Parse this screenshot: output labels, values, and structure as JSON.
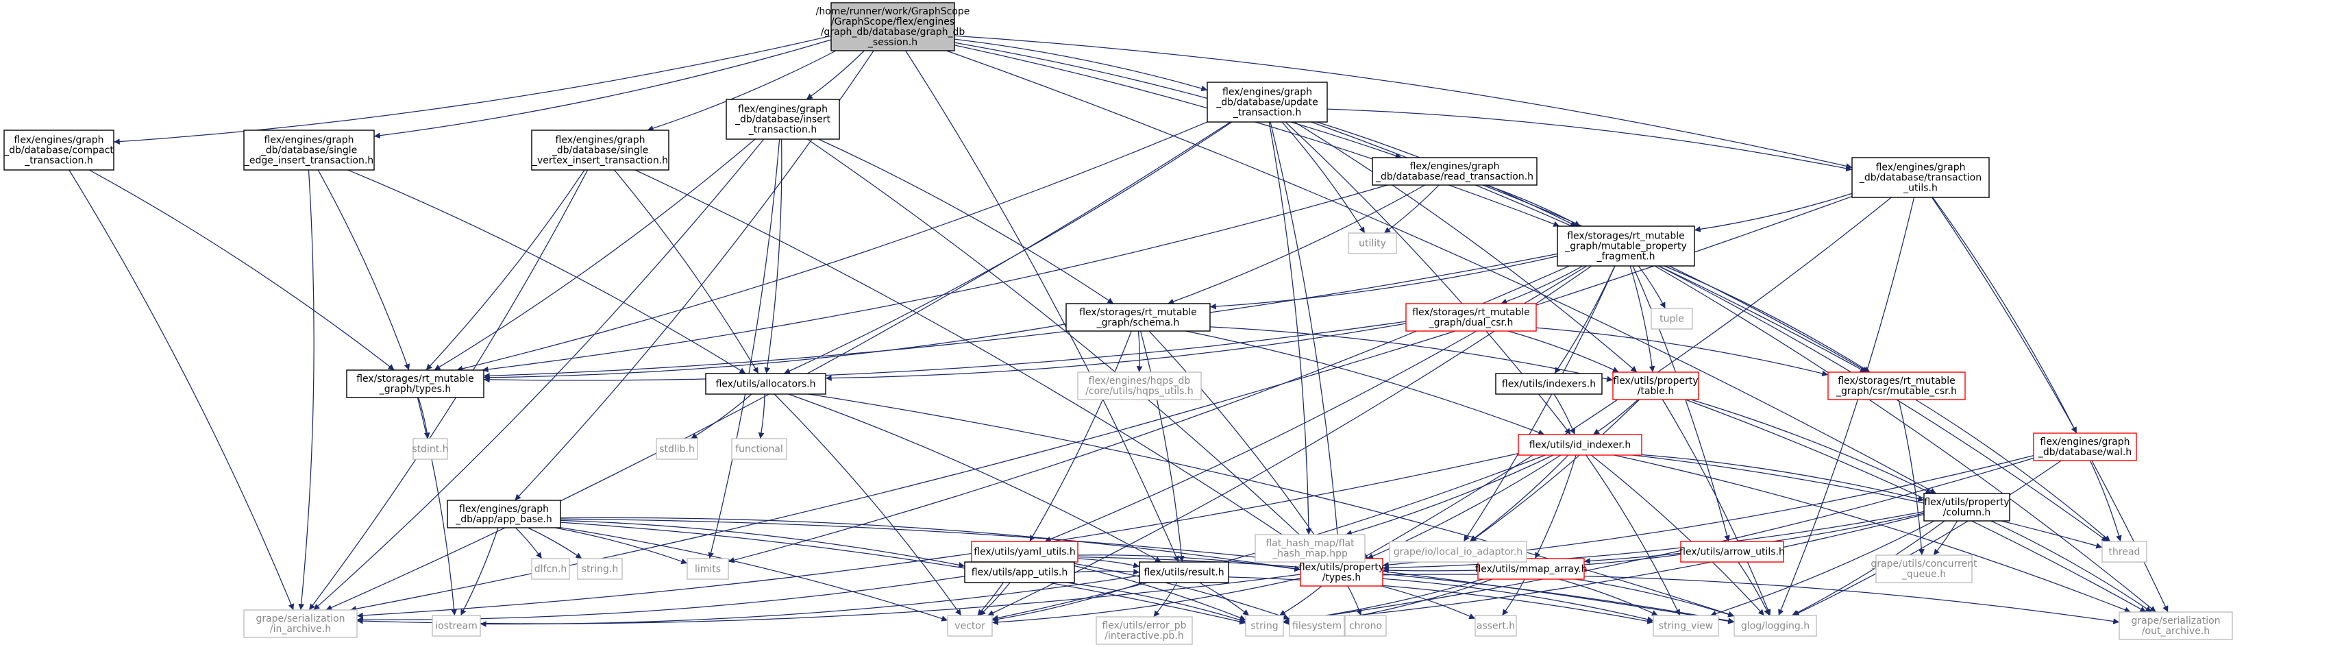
{
  "nodes": [
    {
      "id": "root",
      "lines": [
        "/home/runner/work/GraphScope",
        "/GraphScope/flex/engines",
        "/graph_db/database/graph_db",
        "_session.h"
      ],
      "style": "root"
    },
    {
      "id": "compact",
      "lines": [
        "flex/engines/graph",
        "_db/database/compact",
        "_transaction.h"
      ],
      "style": "normal"
    },
    {
      "id": "single_edge",
      "lines": [
        "flex/engines/graph",
        "_db/database/single",
        "_edge_insert_transaction.h"
      ],
      "style": "normal"
    },
    {
      "id": "insert",
      "lines": [
        "flex/engines/graph",
        "_db/database/insert",
        "_transaction.h"
      ],
      "style": "normal"
    },
    {
      "id": "single_vertex",
      "lines": [
        "flex/engines/graph",
        "_db/database/single",
        "_vertex_insert_transaction.h"
      ],
      "style": "normal"
    },
    {
      "id": "update",
      "lines": [
        "flex/engines/graph",
        "_db/database/update",
        "_transaction.h"
      ],
      "style": "normal"
    },
    {
      "id": "read",
      "lines": [
        "flex/engines/graph",
        "_db/database/read_transaction.h"
      ],
      "style": "normal"
    },
    {
      "id": "tx_utils",
      "lines": [
        "flex/engines/graph",
        "_db/database/transaction",
        "_utils.h"
      ],
      "style": "normal"
    },
    {
      "id": "mutable_frag",
      "lines": [
        "flex/storages/rt_mutable",
        "_graph/mutable_property",
        "_fragment.h"
      ],
      "style": "normal"
    },
    {
      "id": "schema",
      "lines": [
        "flex/storages/rt_mutable",
        "_graph/schema.h"
      ],
      "style": "normal"
    },
    {
      "id": "types_rt",
      "lines": [
        "flex/storages/rt_mutable",
        "_graph/types.h"
      ],
      "style": "normal"
    },
    {
      "id": "allocators",
      "lines": [
        "flex/utils/allocators.h"
      ],
      "style": "normal"
    },
    {
      "id": "dual_csr",
      "lines": [
        "flex/storages/rt_mutable",
        "_graph/dual_csr.h"
      ],
      "style": "red"
    },
    {
      "id": "indexers",
      "lines": [
        "flex/utils/indexers.h"
      ],
      "style": "normal"
    },
    {
      "id": "table",
      "lines": [
        "flex/utils/property",
        "/table.h"
      ],
      "style": "red"
    },
    {
      "id": "mutable_csr",
      "lines": [
        "flex/storages/rt_mutable",
        "_graph/csr/mutable_csr.h"
      ],
      "style": "red"
    },
    {
      "id": "wal",
      "lines": [
        "flex/engines/graph",
        "_db/database/wal.h"
      ],
      "style": "red"
    },
    {
      "id": "hqps",
      "lines": [
        "flex/engines/hqps_db",
        "/core/utils/hqps_utils.h"
      ],
      "style": "sys"
    },
    {
      "id": "id_indexer",
      "lines": [
        "flex/utils/id_indexer.h"
      ],
      "style": "red"
    },
    {
      "id": "app_base",
      "lines": [
        "flex/engines/graph",
        "_db/app/app_base.h"
      ],
      "style": "normal"
    },
    {
      "id": "yaml_utils",
      "lines": [
        "flex/utils/yaml_utils.h"
      ],
      "style": "red"
    },
    {
      "id": "app_utils",
      "lines": [
        "flex/utils/app_utils.h"
      ],
      "style": "normal"
    },
    {
      "id": "result",
      "lines": [
        "flex/utils/result.h"
      ],
      "style": "normal"
    },
    {
      "id": "prop_types",
      "lines": [
        "flex/utils/property",
        "/types.h"
      ],
      "style": "red"
    },
    {
      "id": "mmap_array",
      "lines": [
        "flex/utils/mmap_array.h"
      ],
      "style": "red"
    },
    {
      "id": "arrow_utils",
      "lines": [
        "flex/utils/arrow_utils.h"
      ],
      "style": "red"
    },
    {
      "id": "column",
      "lines": [
        "flex/utils/property",
        "/column.h"
      ],
      "style": "normal"
    },
    {
      "id": "flat_hash",
      "lines": [
        "flat_hash_map/flat",
        "_hash_map.hpp"
      ],
      "style": "sys"
    },
    {
      "id": "local_io",
      "lines": [
        "grape/io/local_io_adaptor.h"
      ],
      "style": "sys"
    },
    {
      "id": "concurrent_q",
      "lines": [
        "grape/utils/concurrent",
        "_queue.h"
      ],
      "style": "sys"
    },
    {
      "id": "error_pb",
      "lines": [
        "flex/utils/error_pb",
        "/interactive.pb.h"
      ],
      "style": "sys"
    },
    {
      "id": "utility",
      "lines": [
        "utility"
      ],
      "style": "sys"
    },
    {
      "id": "tuple",
      "lines": [
        "tuple"
      ],
      "style": "sys"
    },
    {
      "id": "stdint",
      "lines": [
        "stdint.h"
      ],
      "style": "sys"
    },
    {
      "id": "stdlib",
      "lines": [
        "stdlib.h"
      ],
      "style": "sys"
    },
    {
      "id": "functional",
      "lines": [
        "functional"
      ],
      "style": "sys"
    },
    {
      "id": "thread",
      "lines": [
        "thread"
      ],
      "style": "sys"
    },
    {
      "id": "limits",
      "lines": [
        "limits"
      ],
      "style": "sys"
    },
    {
      "id": "dlfcn",
      "lines": [
        "dlfcn.h"
      ],
      "style": "sys"
    },
    {
      "id": "string_h",
      "lines": [
        "string.h"
      ],
      "style": "sys"
    },
    {
      "id": "in_archive",
      "lines": [
        "grape/serialization",
        "/in_archive.h"
      ],
      "style": "sys"
    },
    {
      "id": "iostream",
      "lines": [
        "iostream"
      ],
      "style": "sys"
    },
    {
      "id": "vector",
      "lines": [
        "vector"
      ],
      "style": "sys"
    },
    {
      "id": "string",
      "lines": [
        "string"
      ],
      "style": "sys"
    },
    {
      "id": "filesystem",
      "lines": [
        "filesystem"
      ],
      "style": "sys"
    },
    {
      "id": "chrono",
      "lines": [
        "chrono"
      ],
      "style": "sys"
    },
    {
      "id": "assert",
      "lines": [
        "assert.h"
      ],
      "style": "sys"
    },
    {
      "id": "string_view",
      "lines": [
        "string_view"
      ],
      "style": "sys"
    },
    {
      "id": "glog",
      "lines": [
        "glog/logging.h"
      ],
      "style": "sys"
    },
    {
      "id": "out_archive",
      "lines": [
        "grape/serialization",
        "/out_archive.h"
      ],
      "style": "sys"
    }
  ],
  "edges": [
    [
      "root",
      "compact"
    ],
    [
      "root",
      "single_edge"
    ],
    [
      "root",
      "insert"
    ],
    [
      "root",
      "single_vertex"
    ],
    [
      "root",
      "update"
    ],
    [
      "root",
      "read"
    ],
    [
      "root",
      "tx_utils"
    ],
    [
      "root",
      "mutable_frag"
    ],
    [
      "root",
      "app_base"
    ],
    [
      "root",
      "column"
    ],
    [
      "root",
      "result"
    ],
    [
      "compact",
      "types_rt"
    ],
    [
      "compact",
      "in_archive"
    ],
    [
      "single_edge",
      "types_rt"
    ],
    [
      "single_edge",
      "allocators"
    ],
    [
      "single_edge",
      "in_archive"
    ],
    [
      "insert",
      "types_rt"
    ],
    [
      "insert",
      "allocators"
    ],
    [
      "insert",
      "schema"
    ],
    [
      "insert",
      "limits"
    ],
    [
      "insert",
      "in_archive"
    ],
    [
      "insert",
      "prop_types"
    ],
    [
      "single_vertex",
      "types_rt"
    ],
    [
      "single_vertex",
      "allocators"
    ],
    [
      "single_vertex",
      "prop_types"
    ],
    [
      "single_vertex",
      "in_archive"
    ],
    [
      "update",
      "types_rt"
    ],
    [
      "update",
      "allocators"
    ],
    [
      "update",
      "tx_utils"
    ],
    [
      "update",
      "mutable_frag"
    ],
    [
      "update",
      "utility"
    ],
    [
      "update",
      "table"
    ],
    [
      "update",
      "id_indexer"
    ],
    [
      "update",
      "flat_hash"
    ],
    [
      "update",
      "mutable_csr"
    ],
    [
      "update",
      "in_archive"
    ],
    [
      "update",
      "prop_types"
    ],
    [
      "read",
      "utility"
    ],
    [
      "read",
      "mutable_frag"
    ],
    [
      "read",
      "schema"
    ],
    [
      "read",
      "mutable_csr"
    ],
    [
      "read",
      "types_rt"
    ],
    [
      "tx_utils",
      "mutable_frag"
    ],
    [
      "tx_utils",
      "wal"
    ],
    [
      "tx_utils",
      "prop_types"
    ],
    [
      "tx_utils",
      "out_archive"
    ],
    [
      "tx_utils",
      "in_archive"
    ],
    [
      "tx_utils",
      "glog"
    ],
    [
      "mutable_frag",
      "schema"
    ],
    [
      "mutable_frag",
      "dual_csr"
    ],
    [
      "mutable_frag",
      "indexers"
    ],
    [
      "mutable_frag",
      "table"
    ],
    [
      "mutable_frag",
      "mutable_csr"
    ],
    [
      "mutable_frag",
      "arrow_utils"
    ],
    [
      "mutable_frag",
      "yaml_utils"
    ],
    [
      "mutable_frag",
      "tuple"
    ],
    [
      "mutable_frag",
      "thread"
    ],
    [
      "mutable_frag",
      "limits"
    ],
    [
      "mutable_frag",
      "local_io"
    ],
    [
      "mutable_frag",
      "vector"
    ],
    [
      "mutable_frag",
      "types_rt"
    ],
    [
      "mutable_frag",
      "out_archive"
    ],
    [
      "schema",
      "types_rt"
    ],
    [
      "schema",
      "hqps"
    ],
    [
      "schema",
      "table"
    ],
    [
      "schema",
      "yaml_utils"
    ],
    [
      "schema",
      "id_indexer"
    ],
    [
      "schema",
      "prop_types"
    ],
    [
      "schema",
      "result"
    ],
    [
      "dual_csr",
      "table"
    ],
    [
      "dual_csr",
      "mutable_csr"
    ],
    [
      "dual_csr",
      "allocators"
    ],
    [
      "dual_csr",
      "types_rt"
    ],
    [
      "types_rt",
      "stdint"
    ],
    [
      "types_rt",
      "iostream"
    ],
    [
      "allocators",
      "stdlib"
    ],
    [
      "allocators",
      "functional"
    ],
    [
      "allocators",
      "vector"
    ],
    [
      "allocators",
      "glog"
    ],
    [
      "allocators",
      "result"
    ],
    [
      "indexers",
      "id_indexer"
    ],
    [
      "table",
      "id_indexer"
    ],
    [
      "table",
      "column"
    ],
    [
      "table",
      "local_io"
    ],
    [
      "table",
      "out_archive"
    ],
    [
      "table",
      "glog"
    ],
    [
      "mutable_csr",
      "thread"
    ],
    [
      "mutable_csr",
      "concurrent_q"
    ],
    [
      "wal",
      "thread"
    ],
    [
      "wal",
      "string"
    ],
    [
      "wal",
      "glog"
    ],
    [
      "wal",
      "prop_types"
    ],
    [
      "id_indexer",
      "flat_hash"
    ],
    [
      "id_indexer",
      "local_io"
    ],
    [
      "id_indexer",
      "column"
    ],
    [
      "id_indexer",
      "prop_types"
    ],
    [
      "id_indexer",
      "mmap_array"
    ],
    [
      "id_indexer",
      "thread"
    ],
    [
      "id_indexer",
      "string_view"
    ],
    [
      "id_indexer",
      "vector"
    ],
    [
      "id_indexer",
      "glog"
    ],
    [
      "id_indexer",
      "in_archive"
    ],
    [
      "id_indexer",
      "out_archive"
    ],
    [
      "app_base",
      "limits"
    ],
    [
      "app_base",
      "dlfcn"
    ],
    [
      "app_base",
      "string_h"
    ],
    [
      "app_base",
      "app_utils"
    ],
    [
      "app_base",
      "iostream"
    ],
    [
      "app_base",
      "vector"
    ],
    [
      "app_base",
      "string"
    ],
    [
      "app_base",
      "glog"
    ],
    [
      "app_base",
      "prop_types"
    ],
    [
      "yaml_utils",
      "result"
    ],
    [
      "yaml_utils",
      "prop_types"
    ],
    [
      "yaml_utils",
      "vector"
    ],
    [
      "yaml_utils",
      "string"
    ],
    [
      "yaml_utils",
      "filesystem"
    ],
    [
      "yaml_utils",
      "glog"
    ],
    [
      "app_utils",
      "result"
    ],
    [
      "app_utils",
      "string"
    ],
    [
      "app_utils",
      "vector"
    ],
    [
      "app_utils",
      "in_archive"
    ],
    [
      "result",
      "string"
    ],
    [
      "result",
      "vector"
    ],
    [
      "result",
      "error_pb"
    ],
    [
      "result",
      "iostream"
    ],
    [
      "result",
      "string_view"
    ],
    [
      "prop_types",
      "string"
    ],
    [
      "prop_types",
      "chrono"
    ],
    [
      "prop_types",
      "assert"
    ],
    [
      "prop_types",
      "vector"
    ],
    [
      "prop_types",
      "in_archive"
    ],
    [
      "prop_types",
      "out_archive"
    ],
    [
      "prop_types",
      "string_view"
    ],
    [
      "mmap_array",
      "filesystem"
    ],
    [
      "mmap_array",
      "string_view"
    ],
    [
      "mmap_array",
      "glog"
    ],
    [
      "mmap_array",
      "assert"
    ],
    [
      "mmap_array",
      "string"
    ],
    [
      "arrow_utils",
      "prop_types"
    ],
    [
      "arrow_utils",
      "glog"
    ],
    [
      "column",
      "prop_types"
    ],
    [
      "column",
      "mmap_array"
    ],
    [
      "column",
      "concurrent_q"
    ],
    [
      "column",
      "string_view"
    ],
    [
      "column",
      "glog"
    ],
    [
      "column",
      "out_archive"
    ],
    [
      "column",
      "string"
    ]
  ],
  "colors": {
    "edge": "#1b2a6b",
    "root_fill": "#bfbfbf",
    "red_border": "#ff0000",
    "gray_border": "#bfbfbf",
    "sys_text": "#888888"
  }
}
